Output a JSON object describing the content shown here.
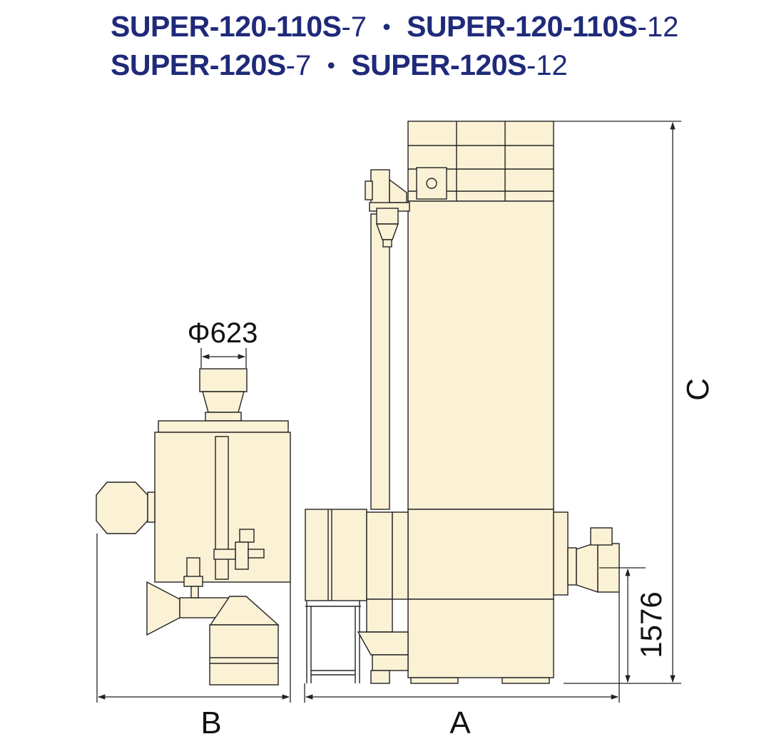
{
  "header": {
    "line1": [
      {
        "bold": "SUPER-120-110S",
        "suffix": "-7"
      },
      {
        "bold": "SUPER-120-110S",
        "suffix": "-12"
      }
    ],
    "line2": [
      {
        "bold": "SUPER-120S",
        "suffix": "-7"
      },
      {
        "bold": "SUPER-120S",
        "suffix": "-12"
      }
    ],
    "separator": "・"
  },
  "dimensions": {
    "diameter_label": "Φ623",
    "height_label": "1576",
    "label_a": "A",
    "label_b": "B",
    "label_c": "C"
  },
  "colors": {
    "title": "#1f2a7a",
    "machine_fill": "#fbf1d5",
    "line": "#222222"
  }
}
